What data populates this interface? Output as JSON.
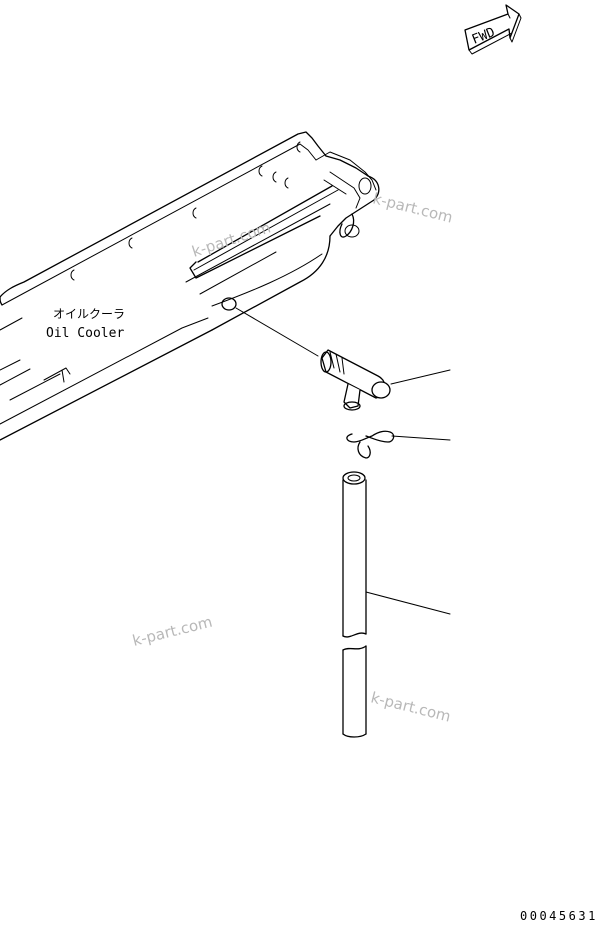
{
  "fwd_label": "FWD",
  "oil_cooler_jp": "オイルクーラ",
  "oil_cooler_en": "Oil Cooler",
  "watermark": "k-part.com",
  "drawing_number": "00045631"
}
